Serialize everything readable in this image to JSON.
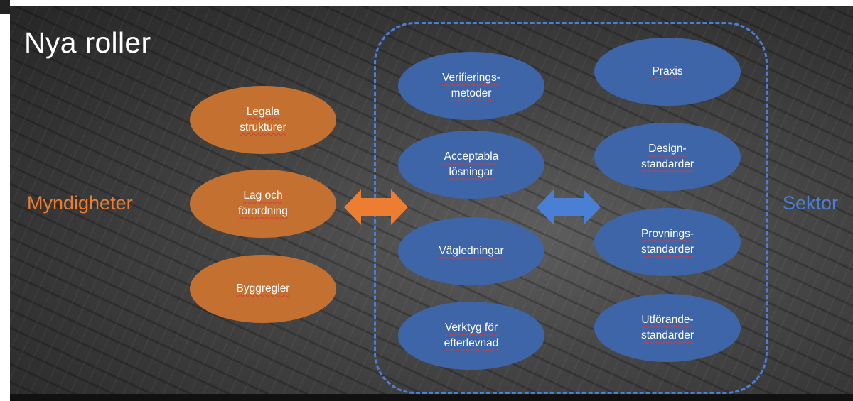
{
  "title": "Nya roller",
  "colors": {
    "authority": "#c47030",
    "sector": "#3d65a8",
    "sector_text": "#4a7fd6",
    "authority_text": "#ed7d31"
  },
  "left_group": {
    "label": "Myndigheter",
    "items": [
      {
        "text": "Legala\nstrukturer"
      },
      {
        "text": "Lag och\nförordning"
      },
      {
        "text": "Byggregler"
      }
    ]
  },
  "right_group": {
    "label": "Sektor",
    "column_1": [
      {
        "text": "Verifierings-\nmetoder"
      },
      {
        "text": "Acceptabla\nlösningar"
      },
      {
        "text": "Vägledningar"
      },
      {
        "text": "Verktyg för\nefterlevnad"
      }
    ],
    "column_2": [
      {
        "text": "Praxis"
      },
      {
        "text": "Design-\nstandarder"
      },
      {
        "text": "Provnings-\nstandarder"
      },
      {
        "text": "Utförande-\nstandarder"
      }
    ]
  },
  "arrows": [
    {
      "direction": "bidirectional",
      "color": "#ed7d31",
      "icon": "double-arrow-icon"
    },
    {
      "direction": "bidirectional",
      "color": "#4a7fd6",
      "icon": "double-arrow-icon"
    }
  ]
}
